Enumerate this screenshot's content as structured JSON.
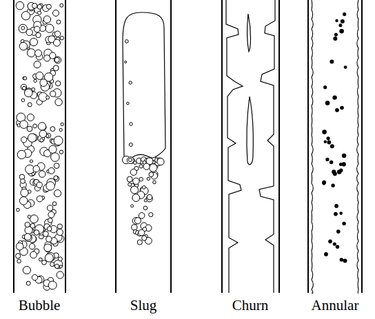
{
  "diagram": {
    "labels": [
      "Bubble",
      "Slug",
      "Churn",
      "Annular"
    ]
  }
}
